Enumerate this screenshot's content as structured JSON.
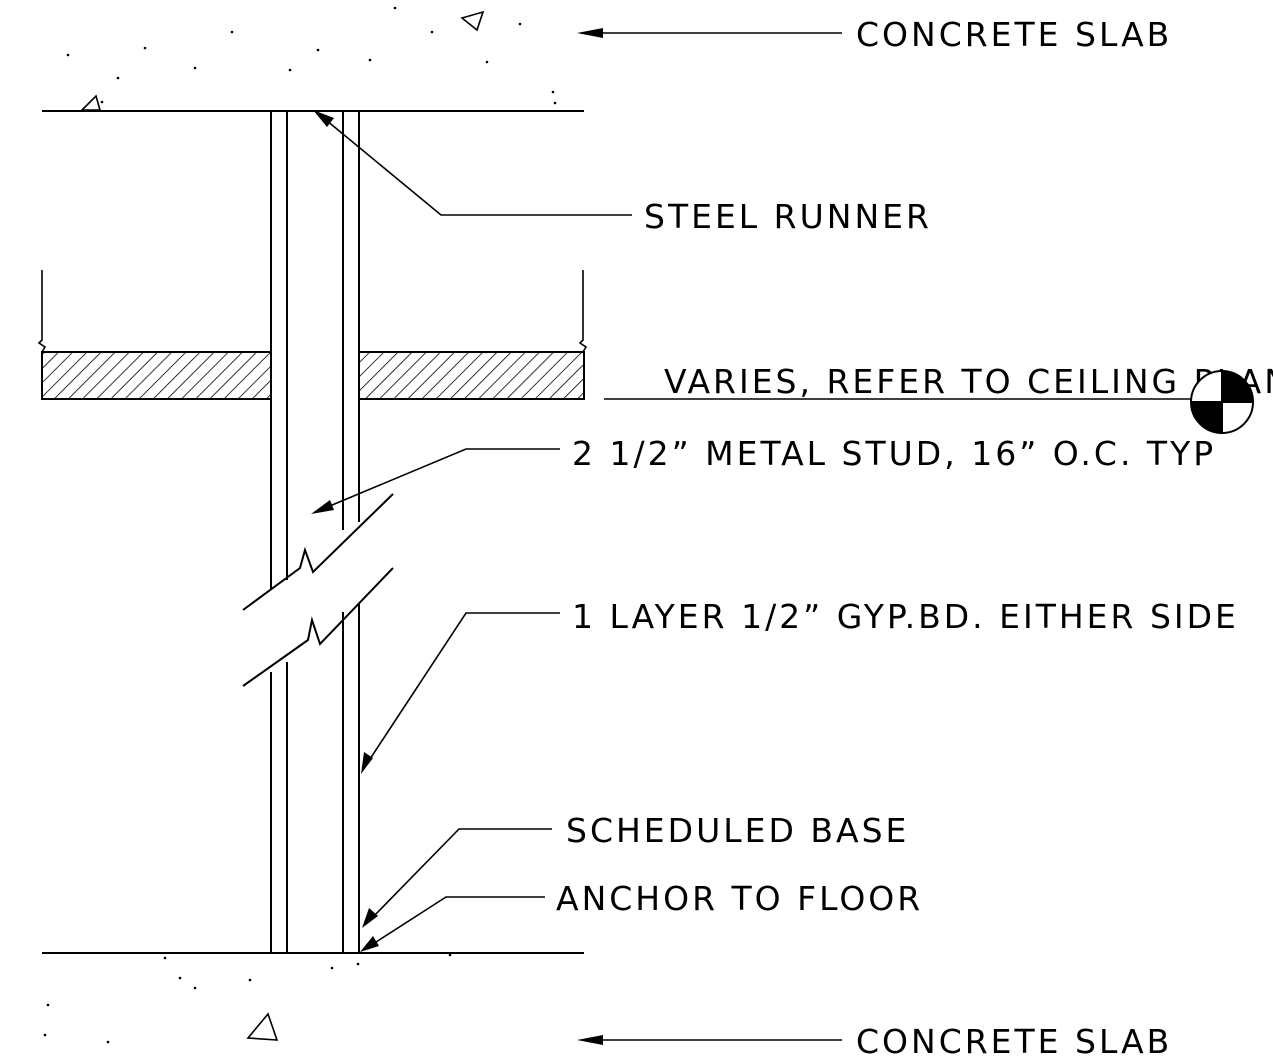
{
  "labels": {
    "concrete_slab_top": "CONCRETE SLAB",
    "steel_runner": "STEEL RUNNER",
    "ceiling_height": "VARIES, REFER TO CEILING PLAN",
    "metal_stud": "2 1/2” METAL STUD, 16” O.C. TYP",
    "gyp_board": "1 LAYER 1/2” GYP.BD. EITHER SIDE",
    "scheduled_base": "SCHEDULED BASE",
    "anchor_to_floor": "ANCHOR TO FLOOR",
    "concrete_slab_bottom": "CONCRETE SLAB"
  },
  "colors": {
    "ink": "#000000",
    "background": "#ffffff"
  },
  "icons": {
    "elevation_marker": "elevation-datum-icon"
  }
}
